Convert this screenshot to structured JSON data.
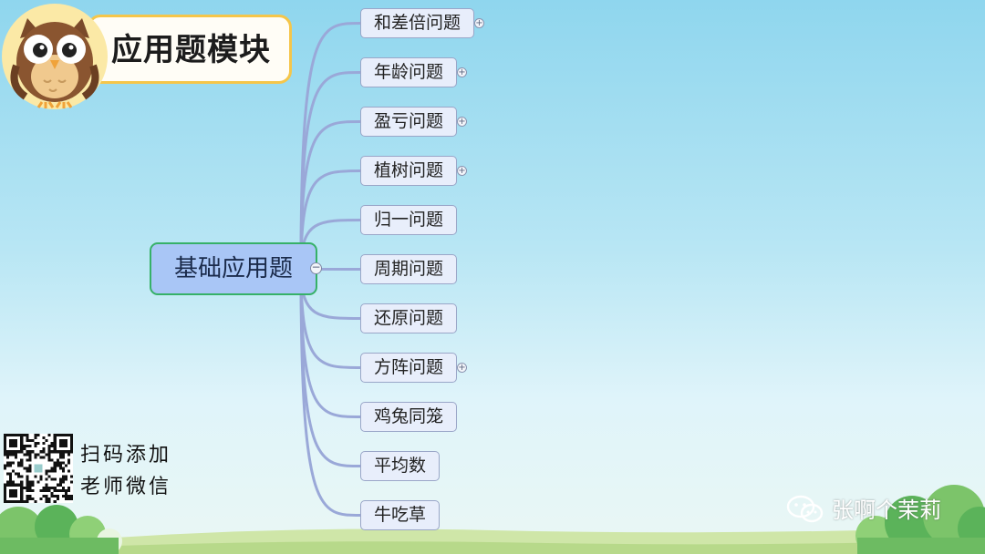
{
  "header": {
    "title": "应用题模块",
    "mascot_icon": "owl-icon"
  },
  "mindmap": {
    "root": {
      "label": "基础应用题",
      "collapse_icon": "minus-icon"
    },
    "branches": [
      {
        "label": "和差倍问题",
        "expandable": true
      },
      {
        "label": "年龄问题",
        "expandable": true
      },
      {
        "label": "盈亏问题",
        "expandable": true
      },
      {
        "label": "植树问题",
        "expandable": true
      },
      {
        "label": "归一问题",
        "expandable": false
      },
      {
        "label": "周期问题",
        "expandable": false
      },
      {
        "label": "还原问题",
        "expandable": false
      },
      {
        "label": "方阵问题",
        "expandable": true
      },
      {
        "label": "鸡兔同笼",
        "expandable": false
      },
      {
        "label": "平均数",
        "expandable": false
      },
      {
        "label": "牛吃草",
        "expandable": false
      }
    ],
    "colors": {
      "line": "#9aa8d8",
      "node_fill": "#e8eefb",
      "root_fill": "#a9c6f6",
      "root_border": "#36b168"
    }
  },
  "footer": {
    "qr_caption_line1": "扫码添加",
    "qr_caption_line2": "老师微信",
    "qr_icon": "qr-code-icon",
    "wechat_icon": "wechat-icon",
    "account_name": "张啊个茉莉"
  }
}
